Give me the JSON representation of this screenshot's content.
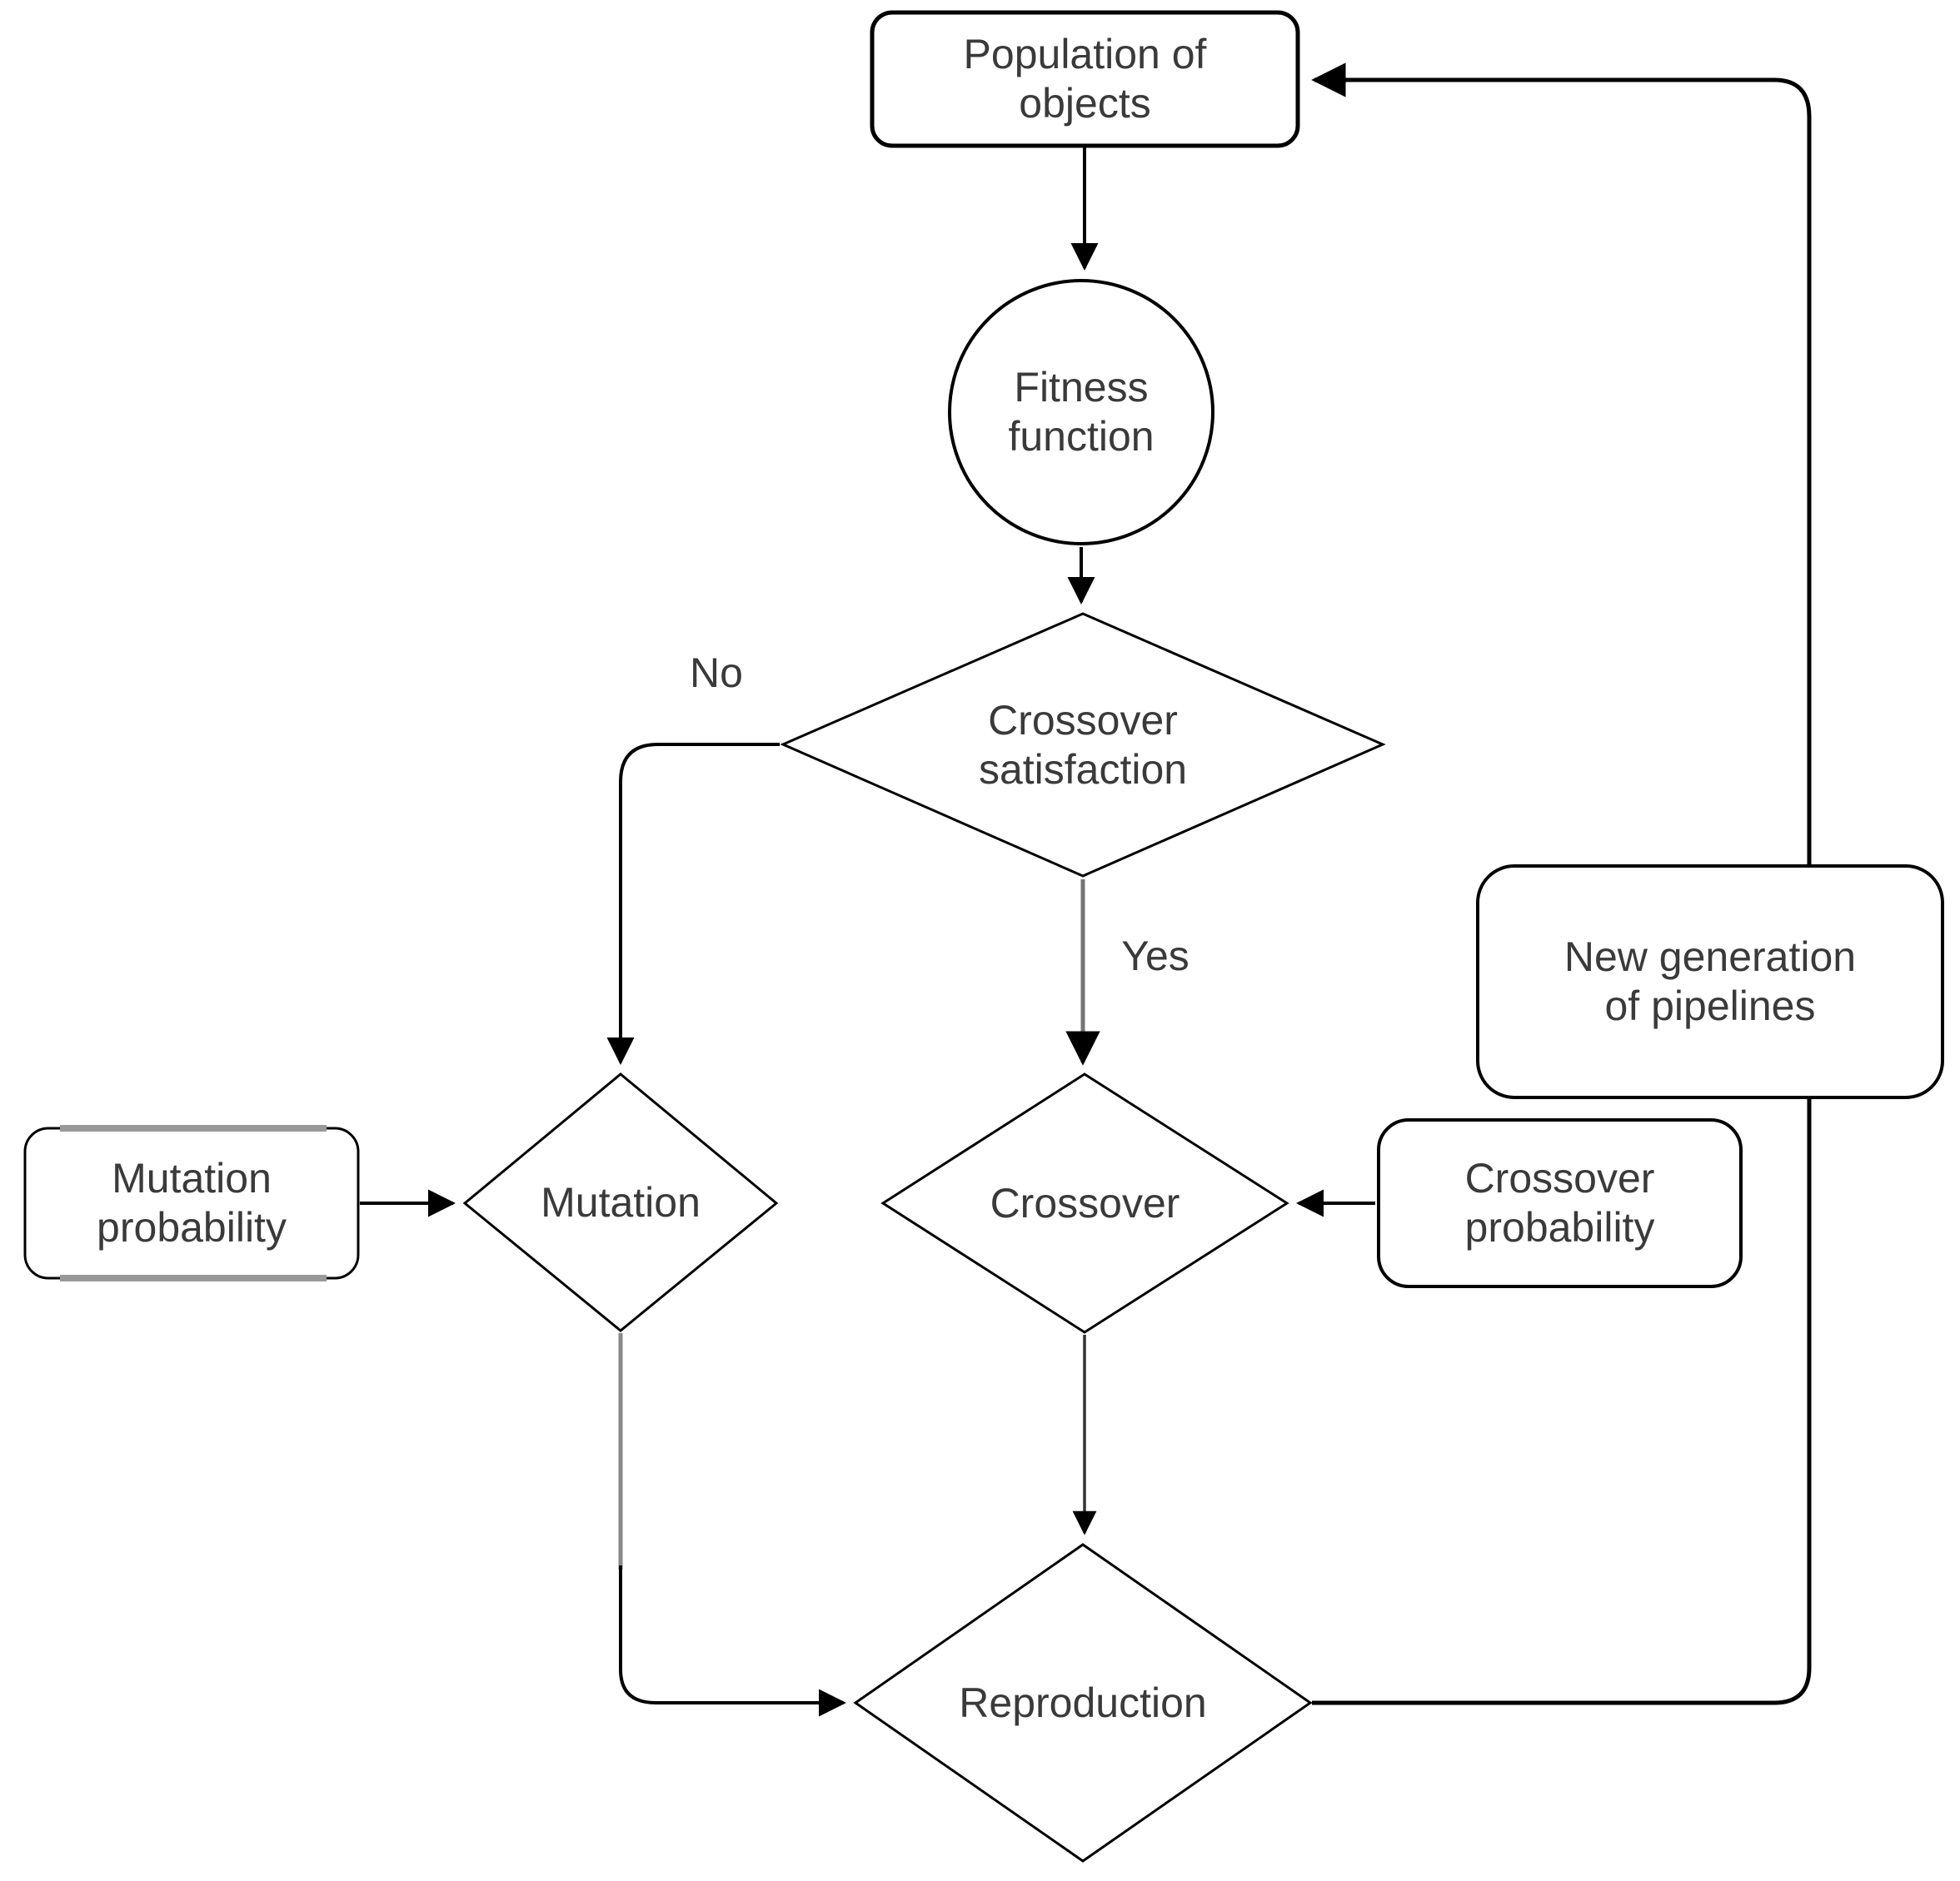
{
  "diagram": {
    "nodes": {
      "population": {
        "label": "Population of\nobjects",
        "shape": "rounded-rectangle"
      },
      "fitness": {
        "label": "Fitness\nfunction",
        "shape": "circle"
      },
      "crossover_satisfaction": {
        "label": "Crossover\nsatisfaction",
        "shape": "diamond"
      },
      "new_generation": {
        "label": "New generation\nof pipelines",
        "shape": "rounded-rectangle"
      },
      "mutation_probability": {
        "label": "Mutation\nprobability",
        "shape": "rounded-rectangle"
      },
      "mutation": {
        "label": "Mutation",
        "shape": "diamond"
      },
      "crossover": {
        "label": "Crossover",
        "shape": "diamond"
      },
      "crossover_probability": {
        "label": "Crossover\nprobability",
        "shape": "rounded-rectangle"
      },
      "reproduction": {
        "label": "Reproduction",
        "shape": "diamond"
      }
    },
    "edge_labels": {
      "no": "No",
      "yes": "Yes"
    },
    "colors": {
      "background": "#ffffff",
      "shape_fill": "#ffffff",
      "stroke": "#000000",
      "gray_connector": "#757575",
      "dark_connector": "#333333",
      "text": "#3a3a3a",
      "mutation_probability_accent": "#999999"
    }
  }
}
